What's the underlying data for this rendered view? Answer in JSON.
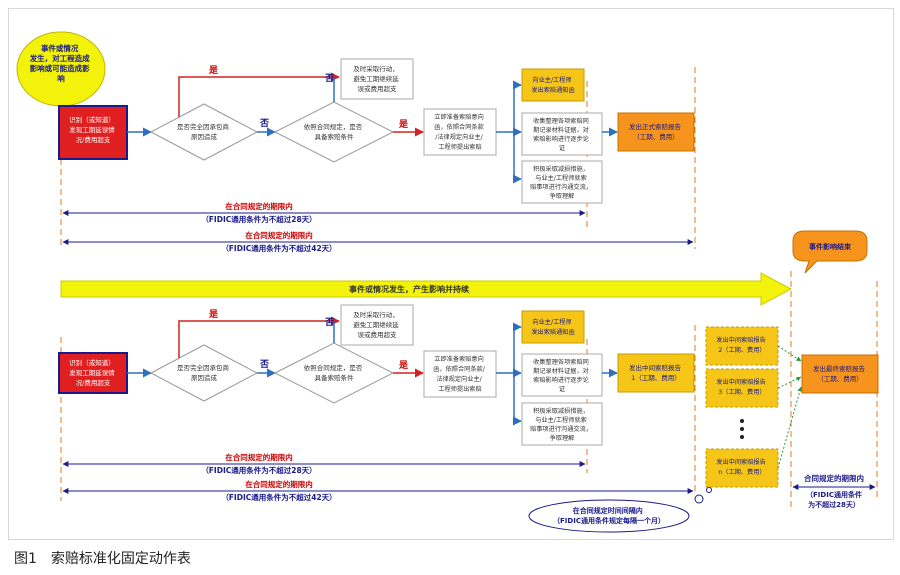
{
  "caption": {
    "number": "图1",
    "text": "索赔标准化固定动作表"
  },
  "top": {
    "start_circle": [
      "事件或情况",
      "发生，对工程造成",
      "影响或可能造成影",
      "响"
    ],
    "red_box": [
      "识别（或知道）",
      "发现工期延误情",
      "况/费用超支"
    ],
    "diamond1": [
      "是否完全因承包商",
      "原因造成"
    ],
    "yes1": "是",
    "no1": "否",
    "diamond2": [
      "依照合同规定，是否",
      "具备索赔条件"
    ],
    "yes2": "是",
    "no2": "否",
    "action_box": [
      "及时采取行动，",
      "避免工期继续延",
      "误或费用超支"
    ],
    "notify_box": [
      "立即准备索赔意向",
      "函，依照合同条款",
      "/法律规定向业主/",
      "工程师提出索赔"
    ],
    "collect_box": [
      "收集整理各项索赔同",
      "期记录材料证据，对",
      "索赔影响进行逐步论",
      "证"
    ],
    "measures_box": [
      "积极采取减损措施，",
      "与业主/工程师就索",
      "赔事项进行沟通交流，",
      "争取理解"
    ],
    "owner_box": [
      "向业主/工程师",
      "发出索赔通知函"
    ],
    "formal_report": [
      "发出正式索赔报告",
      "（工期、费用）"
    ],
    "period1": [
      "在合同规定的期限内",
      "（FIDIC通用条件为不超过28天）"
    ],
    "period2": [
      "在合同规定的期限内",
      "（FIDIC通用条件为不超过42天）"
    ]
  },
  "continuing_arrow": "事件或情况发生，产生影响并持续",
  "end_bubble": "事件影响结束",
  "bottom": {
    "red_box": [
      "识别（或知道）",
      "发现工期延误情",
      "况/费用超支"
    ],
    "diamond1": [
      "是否完全因承包商",
      "原因造成"
    ],
    "yes1": "是",
    "no1": "否",
    "diamond2": [
      "依照合同规定，是否",
      "具备索赔条件"
    ],
    "yes2": "是",
    "no2": "否",
    "action_box": [
      "及时采取行动，",
      "避免工期继续延",
      "误或费用超支"
    ],
    "notify_box": [
      "立即准备索赔意向",
      "函，依照合同条款/",
      "法律规定向业主/",
      "工程师提出索赔"
    ],
    "collect_box": [
      "收集整理各项索赔同",
      "期记录材料证据，对",
      "索赔影响进行逐步论",
      "证"
    ],
    "measures_box": [
      "积极采取减损措施，",
      "与业主/工程师就索",
      "赔事项进行沟通交流，",
      "争取理解"
    ],
    "owner_box": [
      "向业主/工程师",
      "发出索赔通知函"
    ],
    "interim_report1": [
      "发出中间索赔报告",
      "1（工期、费用）"
    ],
    "interim_list": [
      [
        "发出中间索赔报告",
        "2（工期、费用）"
      ],
      [
        "发出中间索赔报告",
        "3（工期、费用）"
      ],
      [
        "发出中间索赔报告",
        "n（工期、费用）"
      ]
    ],
    "final_report": [
      "发出最终索赔报告",
      "（工期、费用）"
    ],
    "period1": [
      "在合同规定的期限内",
      "（FIDIC通用条件为不超过28天）"
    ],
    "period2": [
      "在合同规定的期限内",
      "（FIDIC通用条件为不超过42天）"
    ],
    "interval_cloud": [
      "在合同规定时间间隔内",
      "（FIDIC通用条件规定每隔一个月）"
    ],
    "final_period": [
      "合同规定的期限内",
      "（FIDIC通用条件",
      "为不超过28天）"
    ]
  },
  "colors": {
    "red": "#e02020",
    "orange": "#f7941d",
    "yellow": "#f5c518",
    "lime": "#f2f20a",
    "arrow_blue": "#2f6fc0",
    "arrow_red": "#d32020",
    "label_red": "#cc0000",
    "navy": "#1a1a8c",
    "dashed": "#e07b20"
  }
}
